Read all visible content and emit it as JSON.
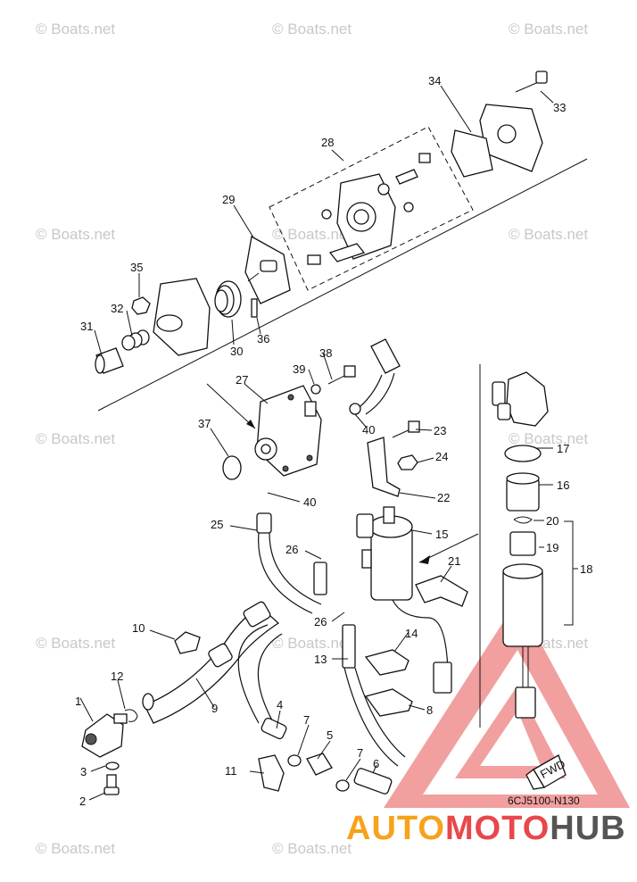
{
  "watermark": "© Boats.net",
  "diagram_code": "6CJ5100-N130",
  "fwd_label": "FWD",
  "brand": {
    "part_a": "AUTO",
    "part_b": "MOTO",
    "part_c": "HUB"
  },
  "colors": {
    "brand_orange": "#f7a21b",
    "brand_red": "#e8474b",
    "brand_gray": "#555555",
    "watermark": "#c8c8c8"
  },
  "labels": {
    "l1": "1",
    "l2": "2",
    "l3": "3",
    "l4": "4",
    "l5": "5",
    "l6": "6",
    "l7a": "7",
    "l7b": "7",
    "l8": "8",
    "l9": "9",
    "l10": "10",
    "l11": "11",
    "l12": "12",
    "l13": "13",
    "l14": "14",
    "l15": "15",
    "l16": "16",
    "l17": "17",
    "l18": "18",
    "l19": "19",
    "l20": "20",
    "l21": "21",
    "l22": "22",
    "l23": "23",
    "l24": "24",
    "l25": "25",
    "l26a": "26",
    "l26b": "26",
    "l27": "27",
    "l28": "28",
    "l29": "29",
    "l30": "30",
    "l31": "31",
    "l32": "32",
    "l33": "33",
    "l34": "34",
    "l35": "35",
    "l36": "36",
    "l37": "37",
    "l38": "38",
    "l39": "39",
    "l40a": "40",
    "l40b": "40"
  }
}
